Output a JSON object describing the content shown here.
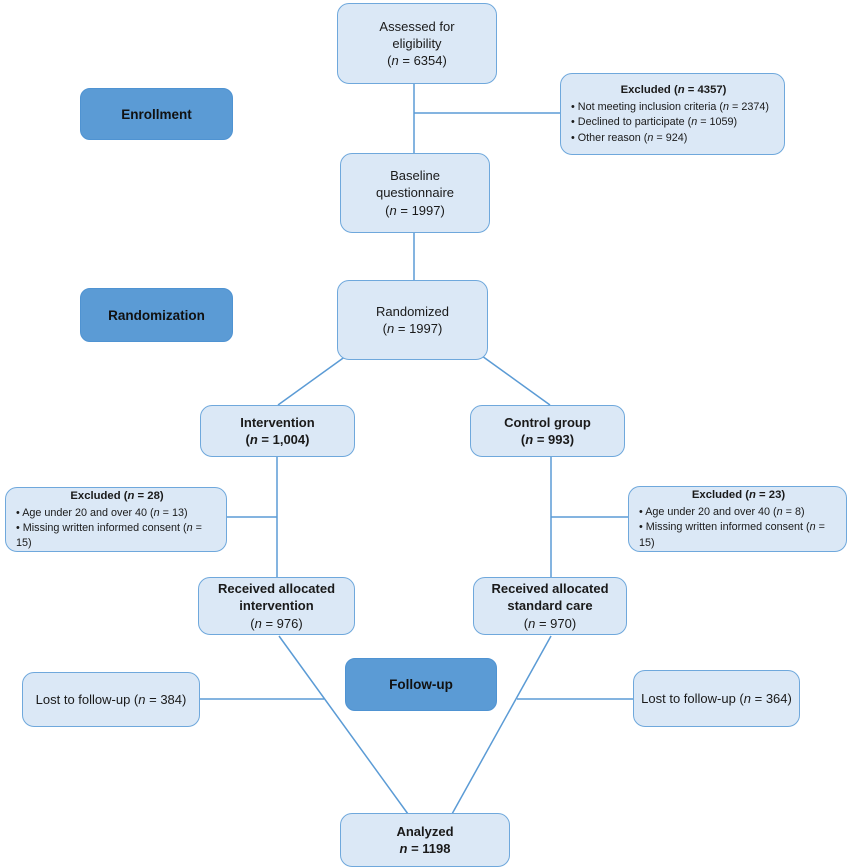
{
  "colors": {
    "box_fill": "#dbe8f6",
    "box_border": "#6fa8dc",
    "label_fill": "#5b9bd5",
    "connector_line": "#5b9bd5",
    "text": "#1a1a1a"
  },
  "labels": {
    "enrollment": "Enrollment",
    "randomization": "Randomization",
    "followup": "Follow-up"
  },
  "boxes": {
    "assessed": {
      "line1": "Assessed for",
      "line2": "eligibility",
      "stat_pre": "(",
      "stat_var": "n",
      "stat_post": " = 6354)"
    },
    "excluded_top": {
      "title_pre": "Excluded (",
      "title_var": "n",
      "title_post": " = 4357)",
      "items": [
        {
          "pre": "Not meeting inclusion criteria (",
          "var": "n",
          "post": " = 2374)"
        },
        {
          "pre": "Declined to participate (",
          "var": "n",
          "post": " = 1059)"
        },
        {
          "pre": "Other reason (",
          "var": "n",
          "post": " = 924)"
        }
      ]
    },
    "baseline": {
      "line1": "Baseline",
      "line2": "questionnaire",
      "stat_pre": "(",
      "stat_var": "n",
      "stat_post": " = 1997)"
    },
    "randomized": {
      "line1": "Randomized",
      "stat_pre": "(",
      "stat_var": "n",
      "stat_post": " = 1997)"
    },
    "intervention": {
      "line1": "Intervention",
      "stat_pre": "(",
      "stat_var": "n",
      "stat_post": " = 1,004)"
    },
    "control": {
      "line1": "Control group",
      "stat_pre": "(",
      "stat_var": "n",
      "stat_post": " = 993)"
    },
    "excluded_left": {
      "title_pre": "Excluded (",
      "title_var": "n",
      "title_post": " = 28)",
      "items": [
        {
          "pre": "Age under 20 and over 40 (",
          "var": "n",
          "post": " = 13)"
        },
        {
          "pre": "Missing written informed consent (",
          "var": "n",
          "post": " = 15)"
        }
      ]
    },
    "excluded_right": {
      "title_pre": "Excluded (",
      "title_var": "n",
      "title_post": " = 23)",
      "items": [
        {
          "pre": "Age under 20 and over 40 (",
          "var": "n",
          "post": " = 8)"
        },
        {
          "pre": "Missing written informed consent (",
          "var": "n",
          "post": " = 15)"
        }
      ]
    },
    "received_intervention": {
      "line1": "Received allocated",
      "line2": "intervention",
      "stat_pre": "(",
      "stat_var": "n",
      "stat_post": " = 976)"
    },
    "received_standard": {
      "line1": "Received allocated",
      "line2": "standard care",
      "stat_pre": "(",
      "stat_var": "n",
      "stat_post": " = 970)"
    },
    "lost_left": {
      "pre": "Lost to follow-up (",
      "var": "n",
      "post": " = 384)"
    },
    "lost_right": {
      "pre": "Lost to follow-up (",
      "var": "n",
      "post": " = 364)"
    },
    "analyzed": {
      "line1": "Analyzed",
      "stat_var": "n",
      "stat_post": " = 1198"
    }
  }
}
